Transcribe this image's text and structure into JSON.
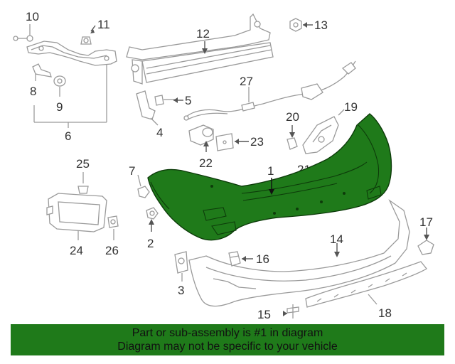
{
  "callouts": {
    "c1": "1",
    "c2": "2",
    "c3": "3",
    "c4": "4",
    "c5": "5",
    "c6": "6",
    "c7": "7",
    "c8": "8",
    "c9": "9",
    "c10": "10",
    "c11": "11",
    "c12": "12",
    "c13": "13",
    "c14": "14",
    "c15": "15",
    "c16": "16",
    "c17": "17",
    "c18": "18",
    "c19": "19",
    "c20": "20",
    "c21": "21",
    "c22": "22",
    "c23": "23",
    "c24": "24",
    "c25": "25",
    "c26": "26",
    "c27": "27"
  },
  "colors": {
    "highlight_part": "#1f7a1a",
    "banner_background": "#1f7a1a",
    "line_art": "#9a9a9a"
  },
  "banner": {
    "line1": "Part or sub-assembly is #1 in diagram",
    "line2": "Diagram may not be specific to your vehicle"
  }
}
